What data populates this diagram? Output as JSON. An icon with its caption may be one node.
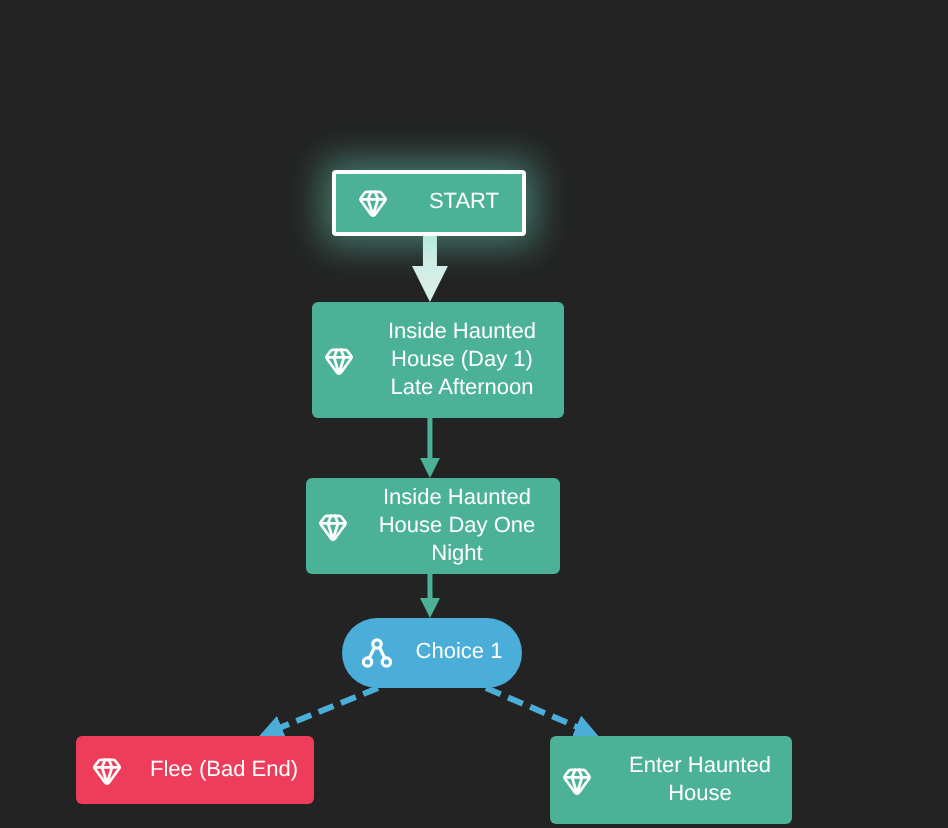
{
  "diagram": {
    "nodes": [
      {
        "text": [
          "START"
        ]
      },
      {
        "text": [
          "Inside Haunted House (Day 1) Late Afternoon"
        ]
      },
      {
        "text": [
          "Inside Haunted House Day One Night"
        ]
      },
      {
        "text": [
          "Choice 1"
        ]
      },
      {
        "text": [
          "Flee (Bad End)"
        ]
      },
      {
        "text": [
          "Enter Haunted House"
        ]
      }
    ],
    "edges": [
      {
        "from": 0,
        "to": 1,
        "arrow": "to",
        "style": "thick",
        "color": "#d6efe8"
      },
      {
        "from": 1,
        "to": 2,
        "arrow": "to",
        "color": "#4bb297"
      },
      {
        "from": 2,
        "to": 3,
        "arrow": "to",
        "color": "#4bb297"
      },
      {
        "from": 3,
        "to": 4,
        "arrow": "to",
        "style": "dashed",
        "color": "#4aaed8"
      },
      {
        "from": 3,
        "to": 5,
        "arrow": "to",
        "style": "dashed",
        "color": "#4aaed8"
      }
    ]
  }
}
